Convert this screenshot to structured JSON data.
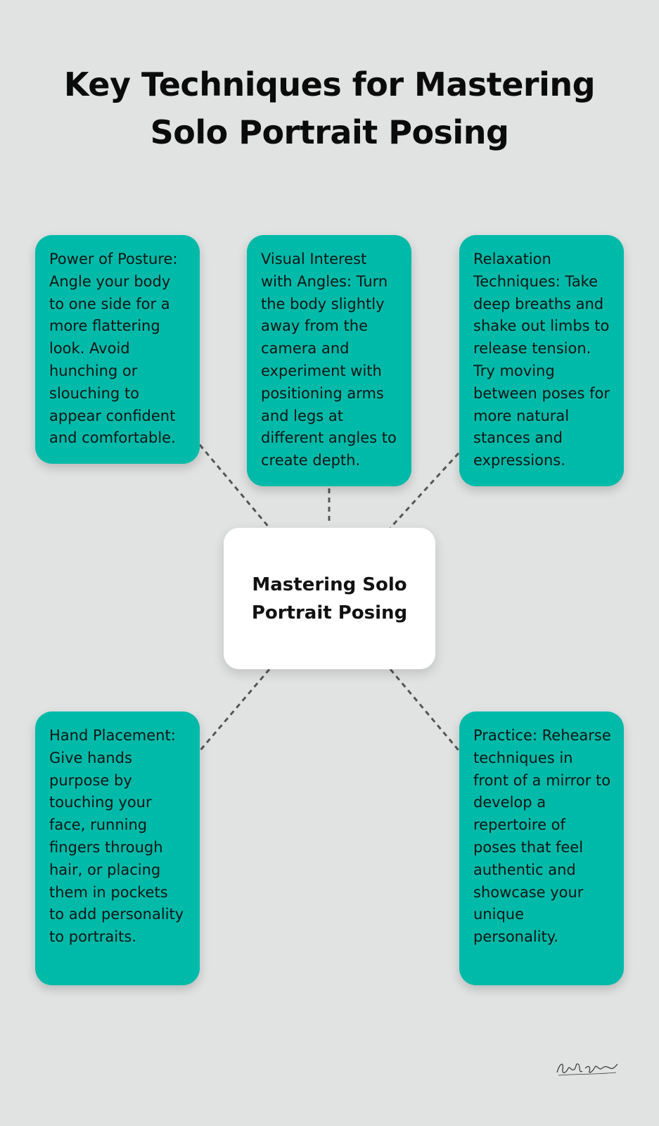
{
  "title": "Key Techniques for Mastering Solo Portrait Posing",
  "center": {
    "label": "Mastering Solo Portrait Posing"
  },
  "nodes": [
    {
      "text": "Power of Posture: Angle your body to one side for a more flattering look. Avoid hunching or slouching to appear confident and comfortable."
    },
    {
      "text": "Visual Interest with Angles: Turn the body slightly away from the camera and experiment with positioning arms and legs at different angles to create depth."
    },
    {
      "text": "Relaxation Techniques: Take deep breaths and shake out limbs to release tension. Try moving between poses for more natural stances and expressions."
    },
    {
      "text": "Hand Placement: Give hands purpose by touching your face, running fingers through hair, or placing them in pockets to add personality to portraits."
    },
    {
      "text": "Practice: Rehearse techniques in front of a mirror to develop a repertoire of poses that feel authentic and showcase your unique personality."
    }
  ],
  "colors": {
    "background": "#e1e3e3",
    "node_fill": "#00baa9",
    "center_fill": "#ffffff",
    "connector": "#555555"
  }
}
